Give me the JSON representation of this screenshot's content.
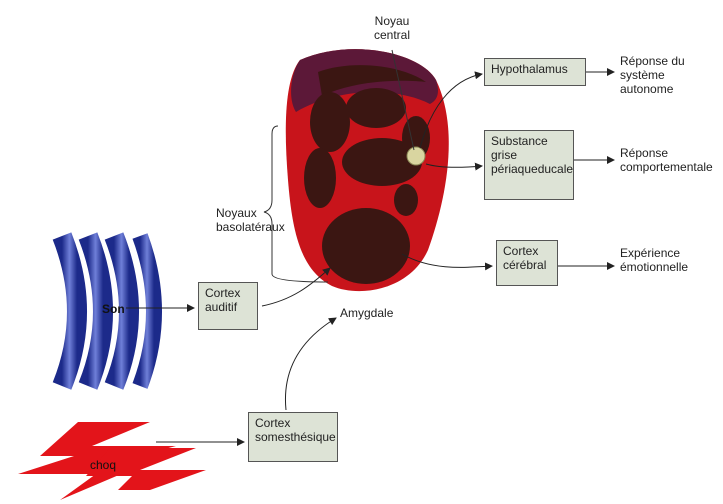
{
  "labels": {
    "noyau_central_1": "Noyau",
    "noyau_central_2": "central",
    "noyaux_baso_1": "Noyaux",
    "noyaux_baso_2": "basolatéraux",
    "amygdale": "Amygdale",
    "son": "Son",
    "choq": "choq"
  },
  "boxes": {
    "hypothalamus": "Hypothalamus",
    "substance_1": "Substance",
    "substance_2": "grise",
    "substance_3": "périaqueducale",
    "cortex_cerebral_1": "Cortex",
    "cortex_cerebral_2": "cérébral",
    "cortex_auditif_1": "Cortex",
    "cortex_auditif_2": "auditif",
    "cortex_somes_1": "Cortex",
    "cortex_somes_2": "somesthésique"
  },
  "responses": {
    "autonome_1": "Réponse du système",
    "autonome_2": "autonome",
    "comport_1": "Réponse",
    "comport_2": "comportementale",
    "emotion_1": "Expérience",
    "emotion_2": "émotionnelle"
  },
  "colors": {
    "amygdala_red": "#c8141b",
    "nucleus_dark": "#3b1612",
    "cap_purple": "#5c1838",
    "box_fill": "#dde3d6",
    "sound_blue": "#2b3a9e",
    "shock_red": "#e3141a"
  }
}
